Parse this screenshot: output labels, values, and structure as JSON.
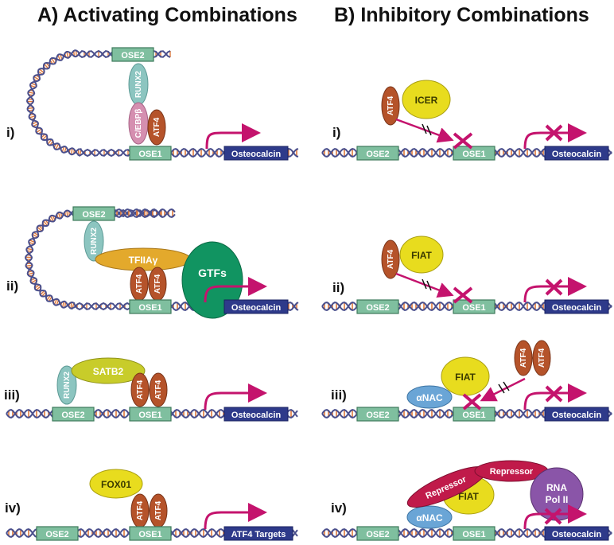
{
  "headers": {
    "activating": "A)  Activating Combinations",
    "inhibitory": "B)  Inhibitory Combinations"
  },
  "row_labels": [
    "i)",
    "ii)",
    "iii)",
    "iv)"
  ],
  "labels": {
    "ose1": "OSE1",
    "ose2": "OSE2",
    "osteocalcin": "Osteocalcin",
    "atf4_targets": "ATF4 Targets",
    "runx2": "RUNX2",
    "cebpb": "C/EBPβ",
    "atf4": "ATF4",
    "tfiia": "TFIIAγ",
    "gtfs": "GTFs",
    "satb2": "SATB2",
    "fox01": "FOX01",
    "icer": "ICER",
    "fiat": "FIAT",
    "anac": "αNAC",
    "repressor": "Repressor",
    "rna_pol_1": "RNA",
    "rna_pol_2": "Pol II"
  },
  "colors": {
    "helix": "#4a4f8c",
    "rungs": "#e07a3a",
    "ose_box": "#7fbf9f",
    "gene_box": "#2e3a8a",
    "atf4": "#b5532a",
    "runx2": "#8cc5c0",
    "cebpb": "#d58fb0",
    "tfiia": "#e3a92c",
    "gtfs": "#119461",
    "satb2": "#c8cc2a",
    "fox01": "#e8dc1e",
    "icer": "#e8dc1e",
    "fiat": "#e8dc1e",
    "anac": "#6aa5d6",
    "repressor": "#c01a4a",
    "rna_pol": "#8a55a8",
    "arrow": "#c4136d",
    "block_x": "#c4136d"
  }
}
